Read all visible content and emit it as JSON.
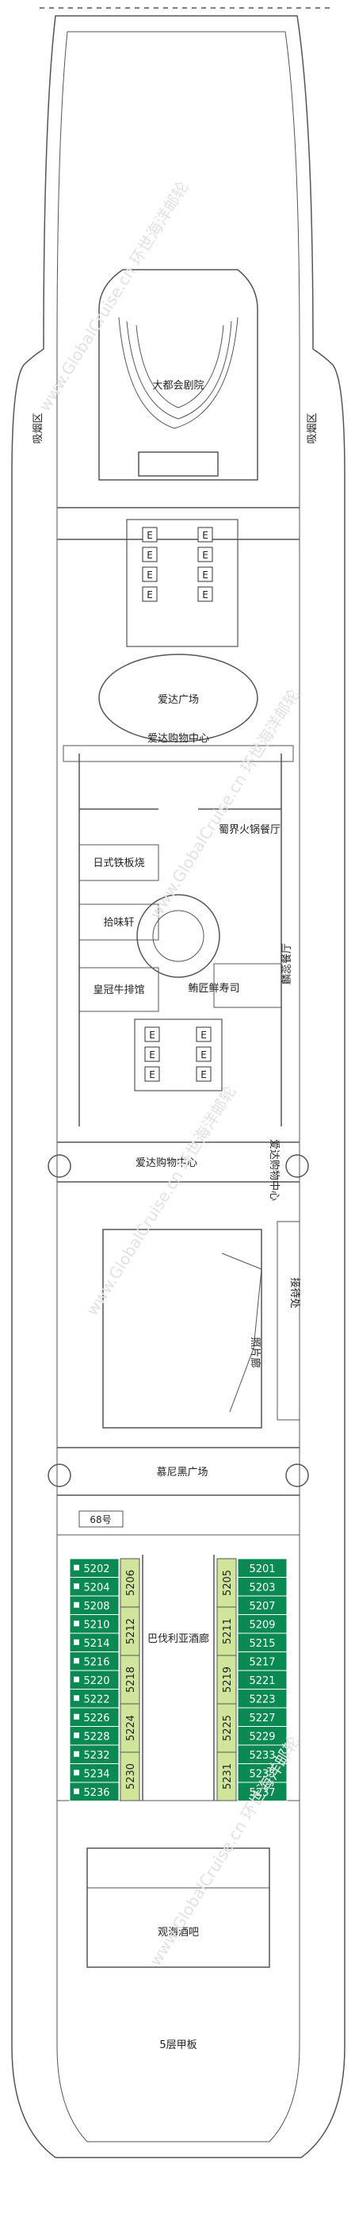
{
  "deck_title": "5层甲板",
  "watermark": "www.GlobalCruise.cn 环世海洋邮轮",
  "colors": {
    "outline": "#555555",
    "cabin_dark": "#0a8a52",
    "cabin_light": "#cfe59a",
    "background": "#ffffff"
  },
  "areas": {
    "theater": "大都会剧院",
    "smoking_left": "吸烟区",
    "smoking_right": "吸烟区",
    "plaza": "爱达广场",
    "shopping_1": "爱达购物中心",
    "hotpot": "蜀界火锅餐厅",
    "teppanyaki": "日式铁板烧",
    "shiweixuan": "拾味轩",
    "crown_steak": "皇冠牛排馆",
    "sushi": "鲔匠鲜寿司",
    "buffet_side": "麟蕊餐厅",
    "shopping_2": "爱达购物中心",
    "shopping_vertical": "爱达购物中心",
    "photo_corridor": "照片廊",
    "lobby_side": "接待处",
    "munich": "慕尼黑广场",
    "room_68": "68号",
    "bavaria_bar": "巴伐利亚酒廊",
    "sea_bar": "观海酒吧"
  },
  "elevator_label": "E",
  "cabins_left_outer": [
    "5202",
    "5204",
    "5208",
    "5210",
    "5214",
    "5216",
    "5220",
    "5222",
    "5226",
    "5228",
    "5232",
    "5234",
    "5236"
  ],
  "cabins_right_outer": [
    "5201",
    "5203",
    "5207",
    "5209",
    "5215",
    "5217",
    "5221",
    "5223",
    "5227",
    "5229",
    "5233",
    "5235",
    "5237"
  ],
  "cabins_left_inner": [
    "5206",
    "5212",
    "5218",
    "5224",
    "5230"
  ],
  "cabins_right_inner": [
    "5205",
    "5211",
    "5219",
    "5225",
    "5231"
  ]
}
